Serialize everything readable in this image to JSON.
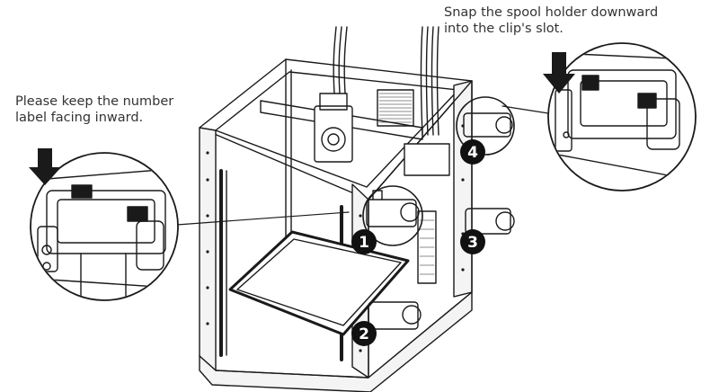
{
  "captions": {
    "left": "Please keep the number\nlabel facing inward.",
    "right": "Snap the spool holder downward\ninto the clip's slot."
  },
  "step_numbers": [
    "1",
    "2",
    "3",
    "4"
  ],
  "colors": {
    "line": "#1a1a1a",
    "badge_fill": "#111111",
    "badge_text": "#ffffff"
  }
}
